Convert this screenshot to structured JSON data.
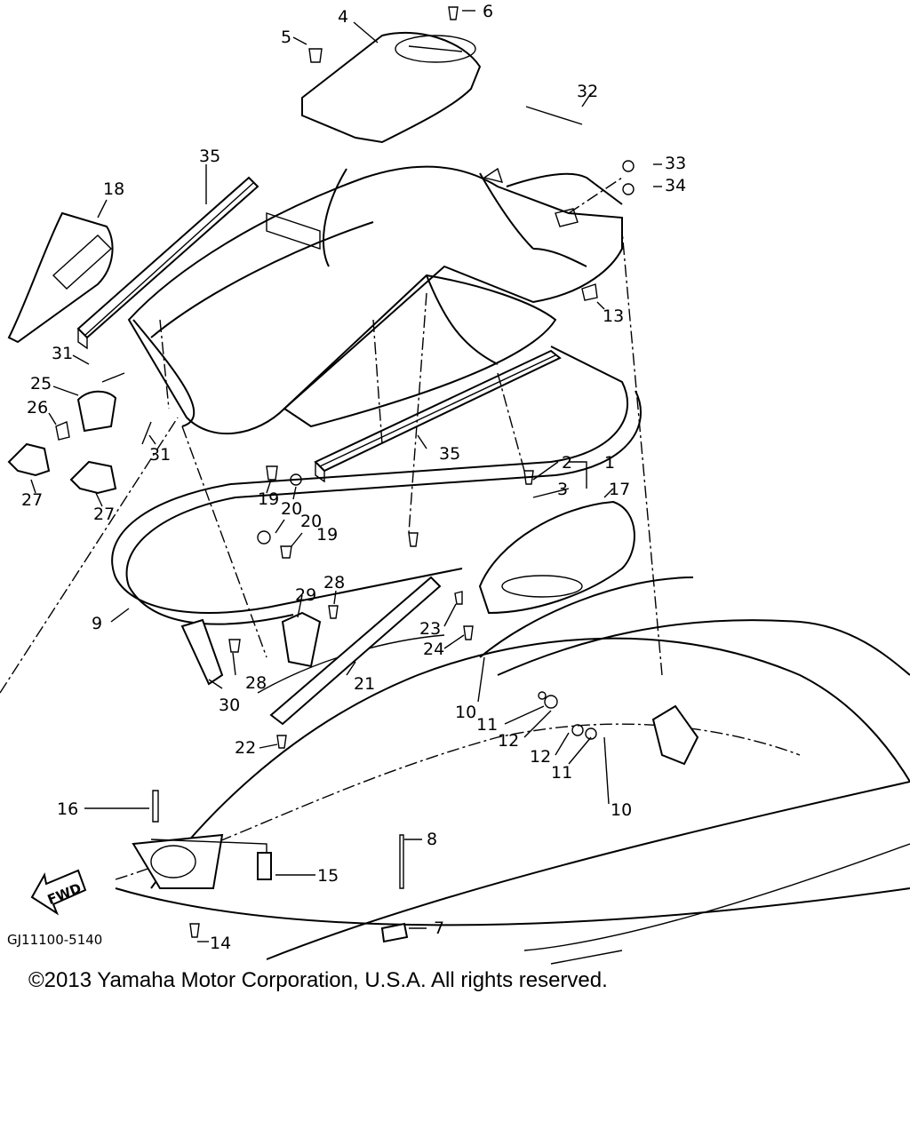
{
  "diagram": {
    "drawing_code": "GJ11100-5140",
    "direction_badge": "FWD",
    "callouts": {
      "c1": "1",
      "c2": "2",
      "c3": "3",
      "c4": "4",
      "c5": "5",
      "c6": "6",
      "c7": "7",
      "c8": "8",
      "c9": "9",
      "c10a": "10",
      "c10b": "10",
      "c11a": "11",
      "c11b": "11",
      "c12a": "12",
      "c12b": "12",
      "c13": "13",
      "c14": "14",
      "c15": "15",
      "c16": "16",
      "c17": "17",
      "c18": "18",
      "c19a": "19",
      "c19b": "19",
      "c20a": "20",
      "c20b": "20",
      "c21": "21",
      "c22": "22",
      "c23": "23",
      "c24": "24",
      "c25": "25",
      "c26": "26",
      "c27a": "27",
      "c27b": "27",
      "c28a": "28",
      "c28b": "28",
      "c29": "29",
      "c30": "30",
      "c31a": "31",
      "c31b": "31",
      "c32": "32",
      "c33": "33",
      "c34": "34",
      "c35a": "35",
      "c35b": "35"
    }
  },
  "footer": {
    "copyright": "©2013 Yamaha Motor Corporation, U.S.A. All rights reserved."
  }
}
